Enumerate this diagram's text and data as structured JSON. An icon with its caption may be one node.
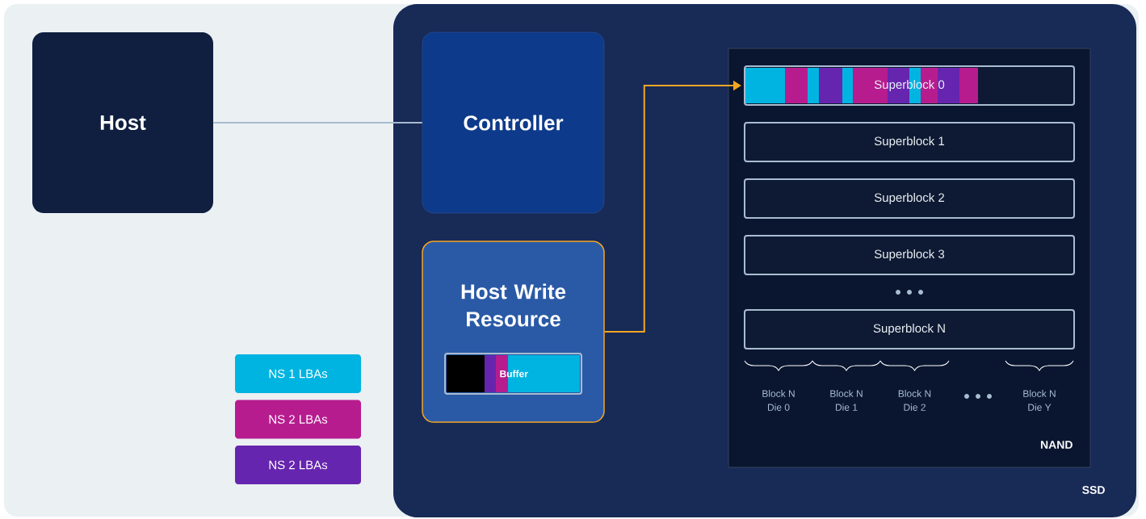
{
  "diagram": {
    "nodes": [
      {
        "text": [
          "Host"
        ]
      },
      {
        "text": [
          "SSD"
        ]
      },
      {
        "text": [
          "Controller"
        ],
        "in": 1
      },
      {
        "text": [
          "Host Write Resource"
        ],
        "in": 1
      },
      {
        "text": [
          "Buffer"
        ],
        "in": 3
      },
      {
        "text": [
          "NAND"
        ],
        "in": 1
      },
      {
        "text": [
          "Superblock 0"
        ],
        "in": 5
      },
      {
        "text": [
          "Superblock 1"
        ],
        "in": 5
      },
      {
        "text": [
          "Superblock 2"
        ],
        "in": 5
      },
      {
        "text": [
          "Superblock 3"
        ],
        "in": 5
      },
      {
        "text": [
          "Superblock N"
        ],
        "in": 5
      }
    ],
    "edges": [
      {
        "from": 0,
        "to": 2,
        "arrow": "none"
      },
      {
        "from": 3,
        "to": 6,
        "arrow": "to",
        "color": "#f5a623"
      }
    ],
    "labels": [
      "Block N Die 0",
      "Block N Die 1",
      "Block N Die 2",
      "Block N Die Y"
    ],
    "legend": [
      {
        "text": "NS 1 LBAs",
        "color": "#00b4e1"
      },
      {
        "text": "NS 2 LBAs",
        "color": "#b71c8f"
      },
      {
        "text": "NS 2 LBAs",
        "color": "#6625ae"
      }
    ]
  }
}
